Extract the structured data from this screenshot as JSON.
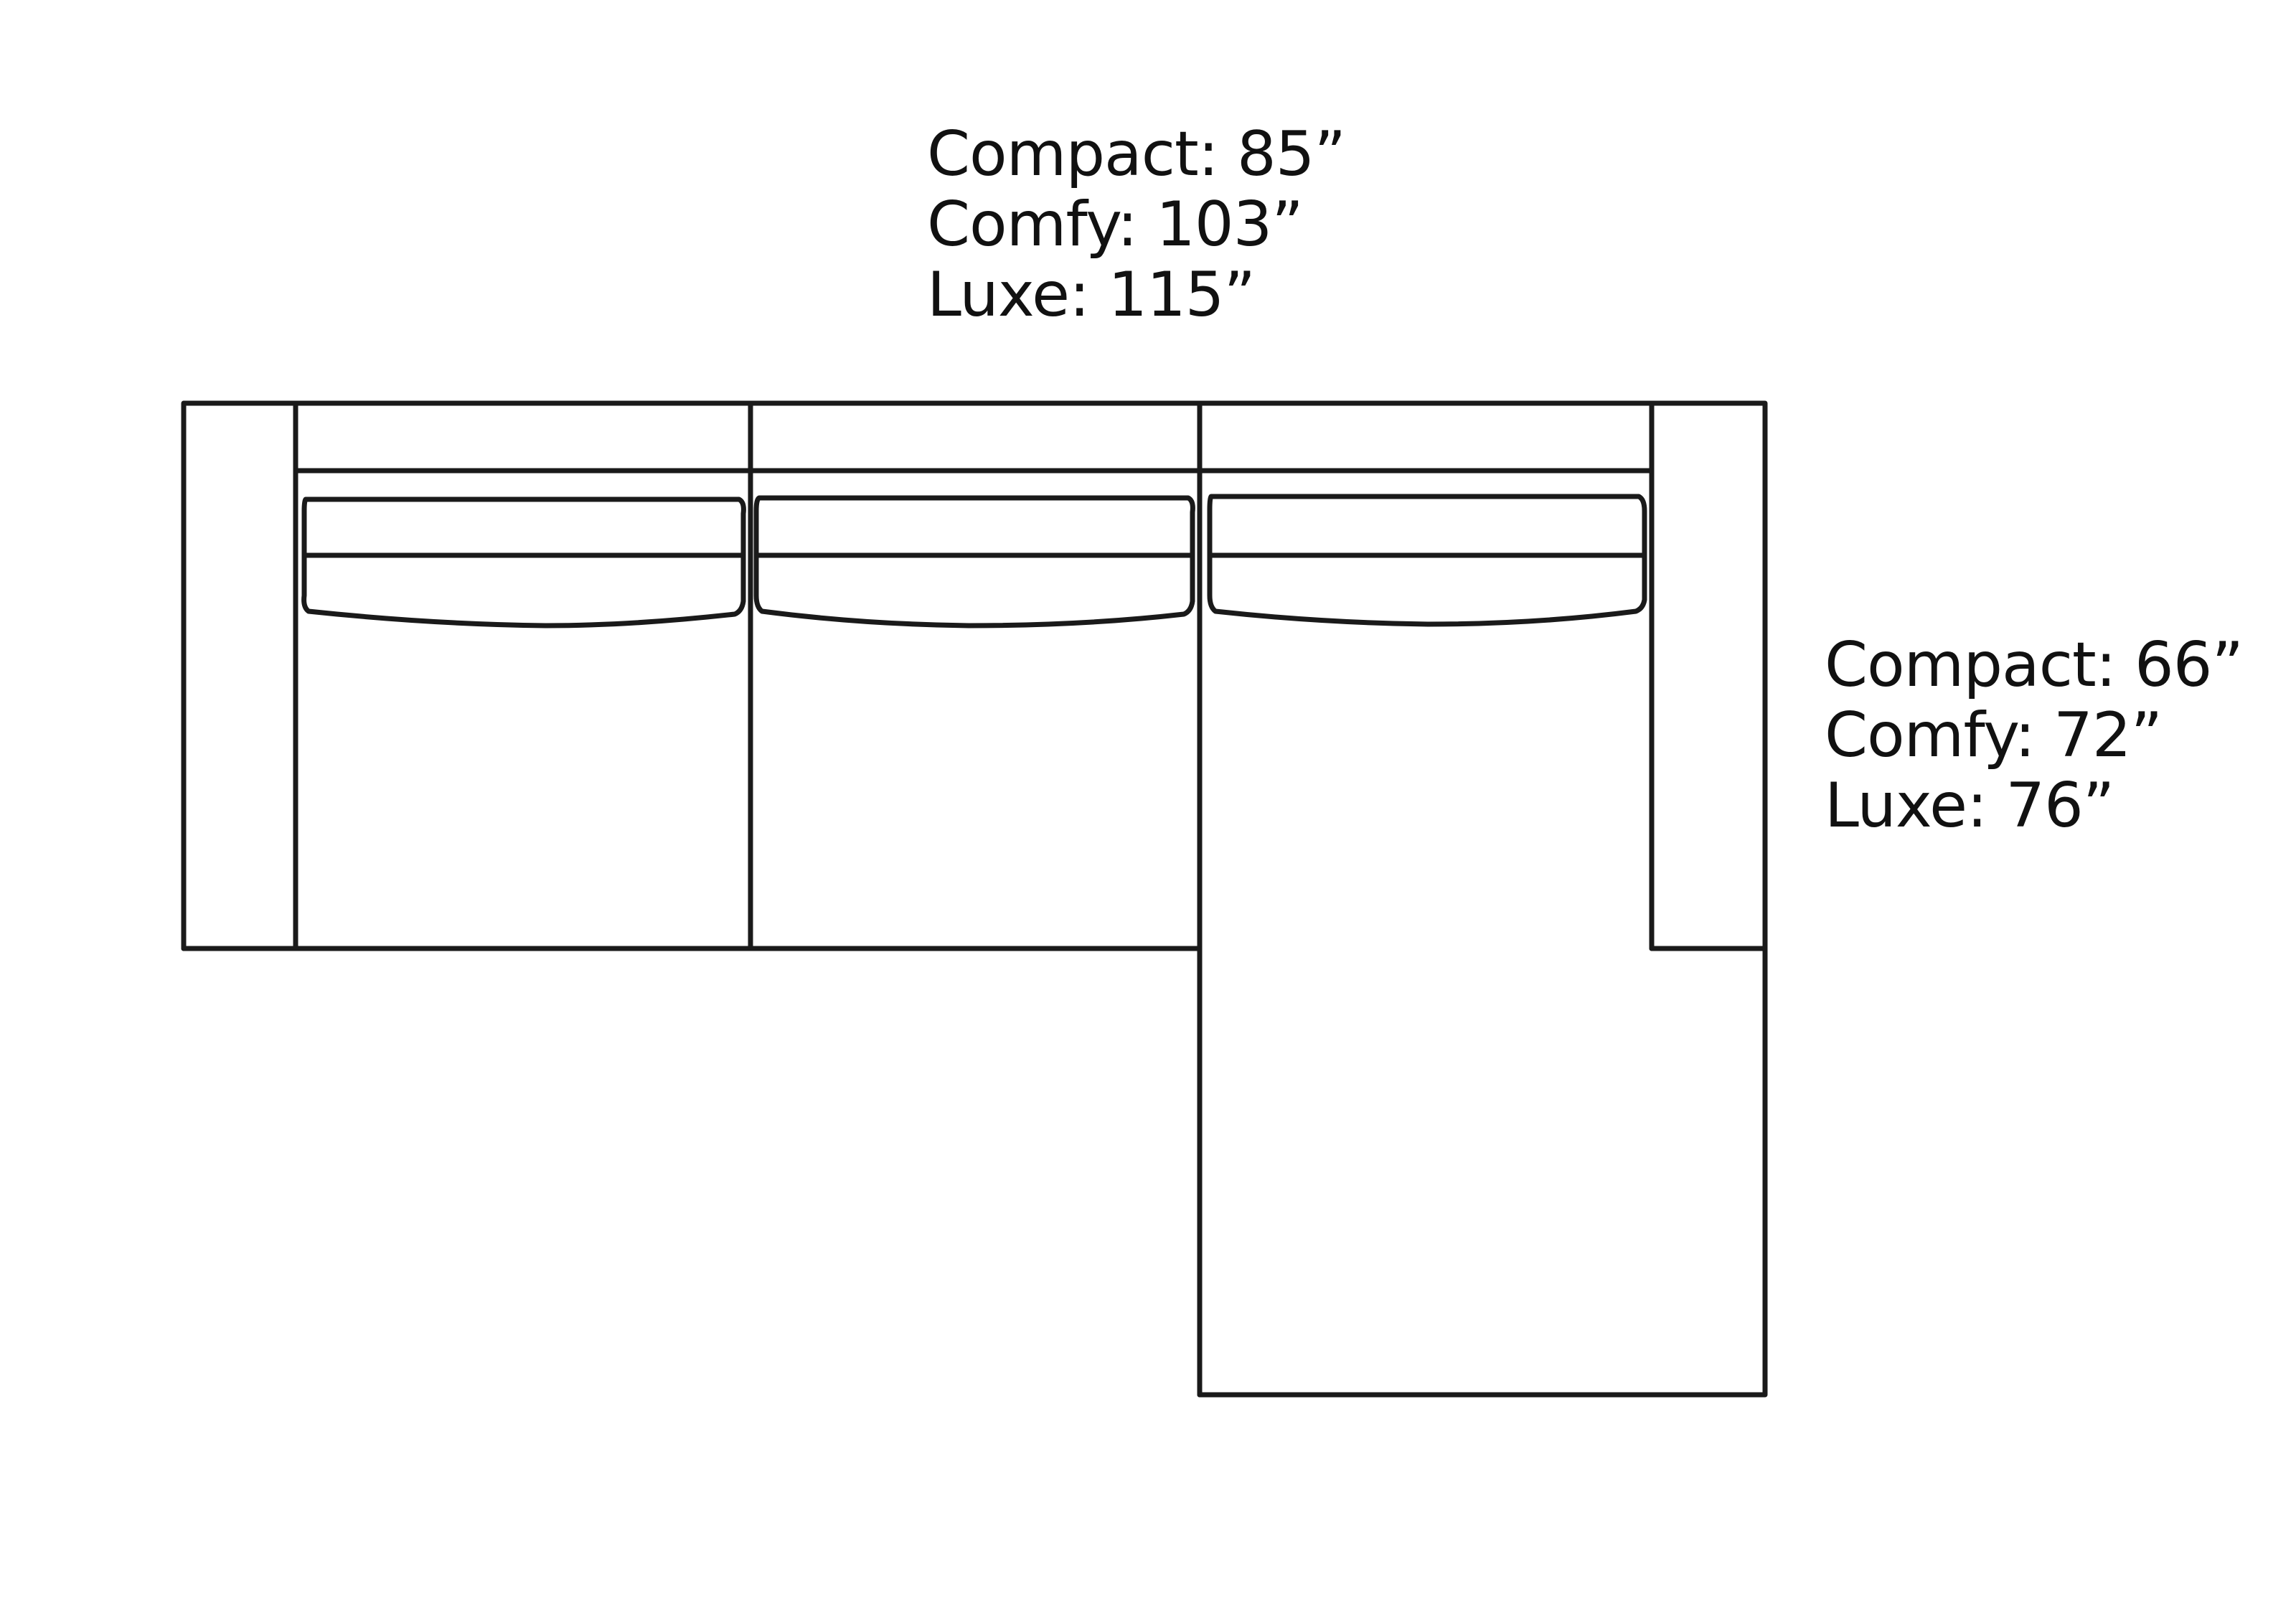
{
  "dimensions": {
    "width": {
      "compact": "Compact: 85”",
      "comfy": "Comfy: 103”",
      "luxe": "Luxe: 115”"
    },
    "depth": {
      "compact": "Compact: 66”",
      "comfy": "Comfy: 72”",
      "luxe": "Luxe: 76”"
    }
  }
}
